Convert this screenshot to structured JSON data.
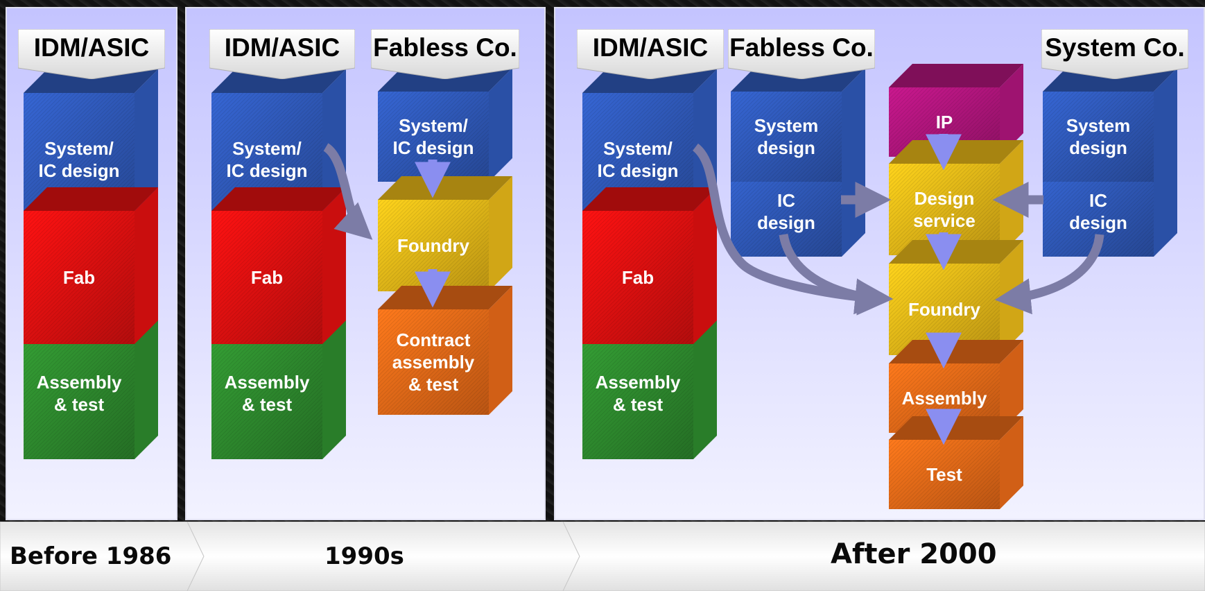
{
  "timeline": {
    "eras": [
      "Before 1986",
      "1990s",
      "After 2000"
    ]
  },
  "colors": {
    "blue": "#2f59b8",
    "red": "#e01010",
    "green": "#2e8b2e",
    "yellow": "#e8b818",
    "orange": "#e86a18",
    "magenta": "#b0157c",
    "arrow": "#8080a8",
    "arrow_bright": "#8a8ef0"
  },
  "before_1986": {
    "company": "IDM/ASIC",
    "design": "System/\nIC design",
    "fab": "Fab",
    "assembly": "Assembly\n& test"
  },
  "nineties": {
    "idm": {
      "company": "IDM/ASIC",
      "design": "System/\nIC design",
      "fab": "Fab",
      "assembly": "Assembly\n& test"
    },
    "fabless": {
      "company": "Fabless Co.",
      "design": "System/\nIC design",
      "foundry": "Foundry",
      "contract": "Contract\nassembly\n& test"
    }
  },
  "after_2000": {
    "idm": {
      "company": "IDM/ASIC",
      "design": "System/\nIC design",
      "fab": "Fab",
      "assembly": "Assembly\n& test"
    },
    "fabless": {
      "company": "Fabless Co.",
      "system_design": "System\ndesign",
      "ic_design": "IC\ndesign"
    },
    "center": {
      "ip": "IP",
      "design_service": "Design\nservice",
      "foundry": "Foundry",
      "assembly": "Assembly",
      "test": "Test"
    },
    "system_co": {
      "company": "System Co.",
      "system_design": "System\ndesign",
      "ic_design": "IC\ndesign"
    }
  }
}
